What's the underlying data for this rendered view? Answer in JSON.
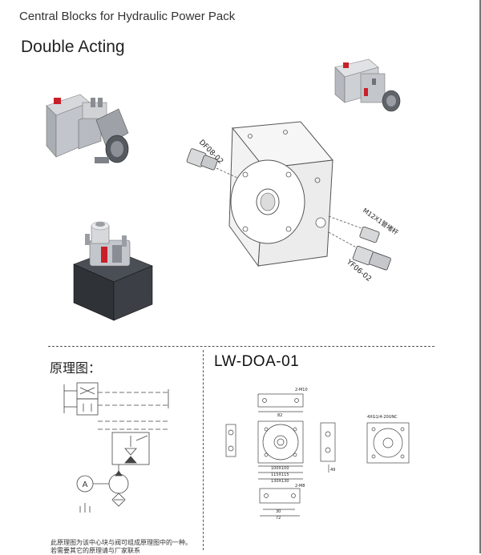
{
  "header": {
    "title": "Central Blocks for Hydraulic Power Pack"
  },
  "section": {
    "title": "Double Acting"
  },
  "exploded_labels": {
    "relief": "DF08-02",
    "plug": "M12X1管堵杆",
    "valve": "YF06-02"
  },
  "schematic": {
    "title": "原理图：",
    "motor_symbol": "A"
  },
  "model": {
    "title": "LW-DOA-01"
  },
  "dimensions": {
    "top_port": "2-M10",
    "top_width": "82",
    "inner": "100X100",
    "middle": "115X115",
    "outer": "130X130",
    "side_height": "49",
    "bottom_port": "2-M8",
    "bottom_w1": "30",
    "bottom_w2": "72",
    "front_holes": "4XG1/4-20UNC"
  },
  "notes": {
    "line1": "此原理图为该中心块与阀可组成原理图中的一种。",
    "line2": "若需要其它的原理请与厂家联系"
  },
  "colors": {
    "accent_red": "#c8202a",
    "metal": "#c9ccd2",
    "tank_dark": "#3a3d42"
  }
}
